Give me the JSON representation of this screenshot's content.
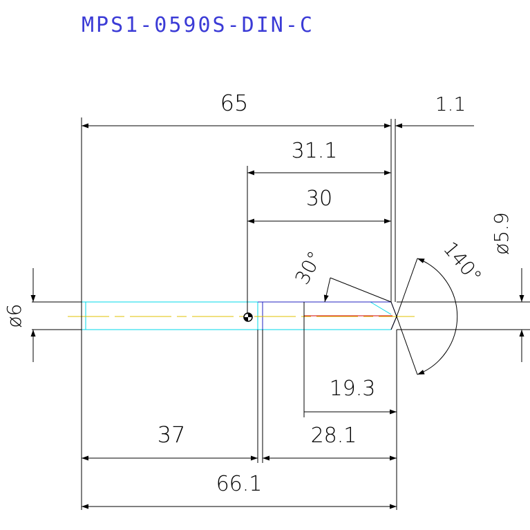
{
  "drawing": {
    "title": "MPS1-0590S-DIN-C",
    "dimensions": {
      "overall_length": "65",
      "tip_offset": "1.1",
      "upper_offset": "31.1",
      "upper_length": "30",
      "point_angle": "140°",
      "chamfer_angle": "30°",
      "right_diameter": "ø5.9",
      "left_diameter": "ø6",
      "inner_length": "19.3",
      "shank_length": "37",
      "flute_length": "28.1",
      "total_length": "66.1"
    }
  },
  "colors": {
    "title": "#3b3bd6",
    "outline": "#000000",
    "centerline": "#e0c000",
    "cyan": "#00d8e8",
    "blue": "#2020c0",
    "red": "#d00000"
  }
}
